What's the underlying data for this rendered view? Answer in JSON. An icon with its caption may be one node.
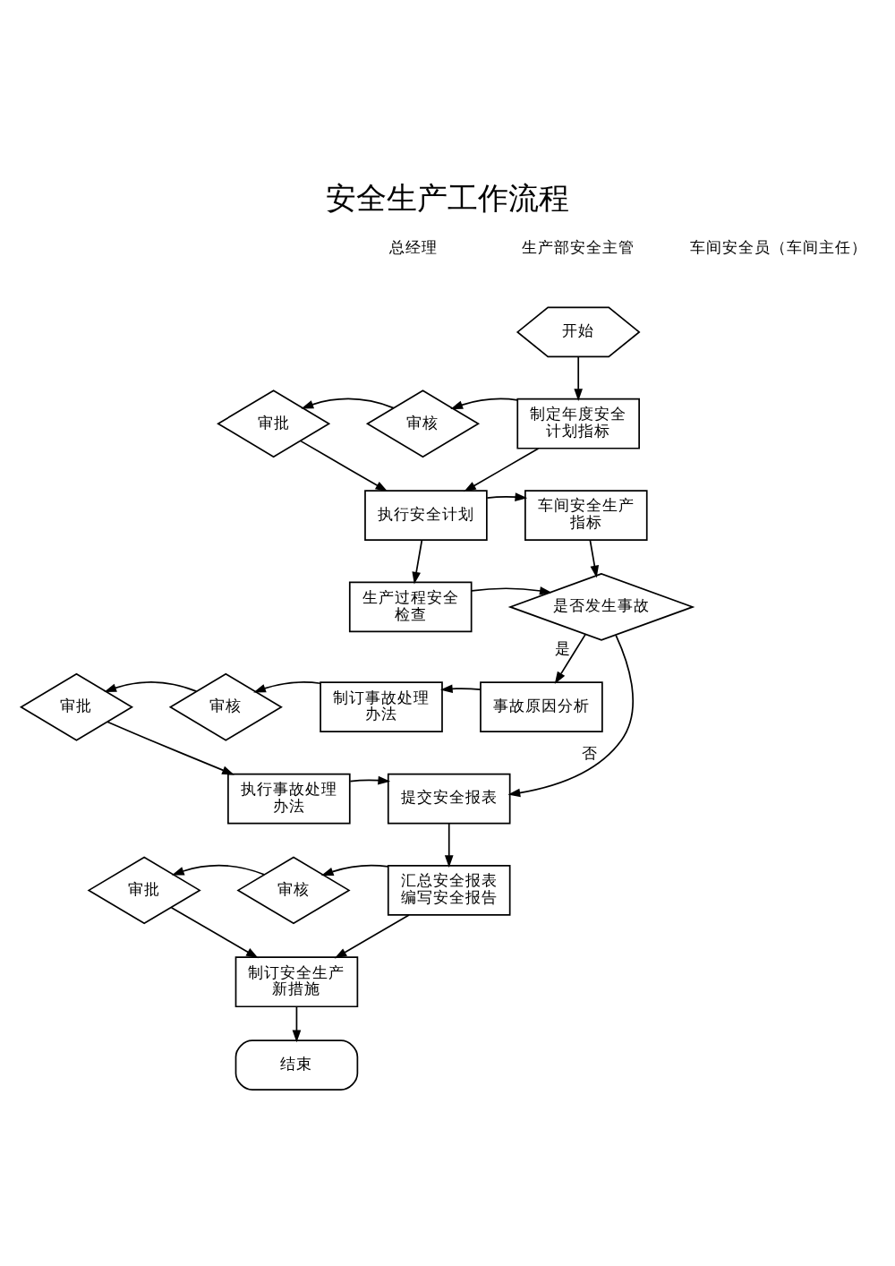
{
  "diagram": {
    "title": "安全生产工作流程",
    "nodes": [
      {
        "text": [
          "开始"
        ]
      },
      {
        "text": [
          "制定年度安全计划指标"
        ]
      },
      {
        "text": [
          "审核"
        ]
      },
      {
        "text": [
          "审批"
        ]
      },
      {
        "text": [
          "执行安全计划"
        ]
      },
      {
        "text": [
          "车间安全生产指标"
        ]
      },
      {
        "text": [
          "生产过程安全检查"
        ]
      },
      {
        "text": [
          "是否发生事故"
        ]
      },
      {
        "text": [
          "事故原因分析"
        ]
      },
      {
        "text": [
          "制订事故处理办法"
        ]
      },
      {
        "text": [
          "审核"
        ]
      },
      {
        "text": [
          "审批"
        ]
      },
      {
        "text": [
          "执行事故处理办法"
        ]
      },
      {
        "text": [
          "提交安全报表"
        ]
      },
      {
        "text": [
          "汇总安全报表编写安全报告"
        ]
      },
      {
        "text": [
          "审核"
        ]
      },
      {
        "text": [
          "审批"
        ]
      },
      {
        "text": [
          "制订安全生产新措施"
        ]
      },
      {
        "text": [
          "结束"
        ]
      }
    ],
    "edges": [
      {
        "from": 0,
        "to": 1,
        "arrow": "to"
      },
      {
        "from": 1,
        "to": 2,
        "arrow": "to"
      },
      {
        "from": 2,
        "to": 3,
        "arrow": "to"
      },
      {
        "from": 3,
        "to": 4,
        "arrow": "to"
      },
      {
        "from": 1,
        "to": 4,
        "arrow": "to"
      },
      {
        "from": 4,
        "to": 5,
        "arrow": "to"
      },
      {
        "from": 4,
        "to": 6,
        "arrow": "to"
      },
      {
        "from": 5,
        "to": 7,
        "arrow": "to"
      },
      {
        "from": 6,
        "to": 7,
        "arrow": "to"
      },
      {
        "from": 7,
        "to": 8,
        "label": "是",
        "arrow": "to"
      },
      {
        "from": 7,
        "to": 13,
        "label": "否",
        "arrow": "to"
      },
      {
        "from": 8,
        "to": 9,
        "arrow": "to"
      },
      {
        "from": 9,
        "to": 10,
        "arrow": "to"
      },
      {
        "from": 10,
        "to": 11,
        "arrow": "to"
      },
      {
        "from": 11,
        "to": 12,
        "arrow": "to"
      },
      {
        "from": 12,
        "to": 13,
        "arrow": "to"
      },
      {
        "from": 13,
        "to": 14,
        "arrow": "to"
      },
      {
        "from": 14,
        "to": 15,
        "arrow": "to"
      },
      {
        "from": 15,
        "to": 16,
        "arrow": "to"
      },
      {
        "from": 16,
        "to": 17,
        "arrow": "to"
      },
      {
        "from": 14,
        "to": 17,
        "arrow": "to"
      },
      {
        "from": 17,
        "to": 18,
        "arrow": "to"
      }
    ],
    "labels": [
      "总经理",
      "生产部安全主管",
      "车间安全员（车间主任）"
    ]
  }
}
